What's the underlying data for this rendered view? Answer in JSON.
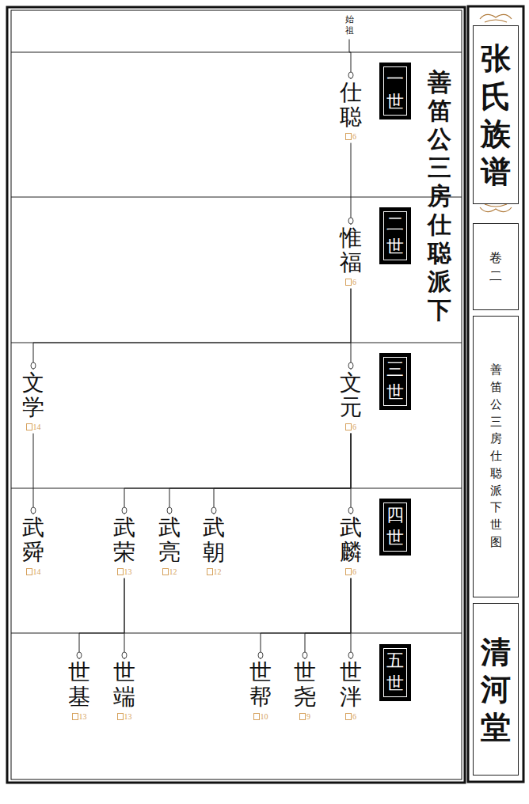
{
  "diagram": {
    "title": "善笛公三房仕聪派下",
    "nodes": [
      {
        "text": [
          "张氏族谱"
        ]
      },
      {
        "text": [
          "卷二"
        ]
      },
      {
        "text": [
          "善笛公三房仕聪派下世图"
        ]
      },
      {
        "text": [
          "清河堂"
        ]
      },
      {
        "text": [
          "始祖"
        ]
      },
      {
        "text": [
          "仕聪",
          "6"
        ]
      },
      {
        "text": [
          "惟福",
          "6"
        ]
      },
      {
        "text": [
          "文元",
          "6"
        ]
      },
      {
        "text": [
          "文学",
          "14"
        ]
      },
      {
        "text": [
          "武麟",
          "6"
        ]
      },
      {
        "text": [
          "武朝",
          "12"
        ]
      },
      {
        "text": [
          "武亮",
          "12"
        ]
      },
      {
        "text": [
          "武荣",
          "13"
        ]
      },
      {
        "text": [
          "武舜",
          "14"
        ]
      },
      {
        "text": [
          "世泮",
          "6"
        ]
      },
      {
        "text": [
          "世尧",
          "9"
        ]
      },
      {
        "text": [
          "世帮",
          "10"
        ]
      },
      {
        "text": [
          "世端",
          "13"
        ]
      },
      {
        "text": [
          "世基",
          "13"
        ]
      },
      {
        "text": [
          "一世"
        ]
      },
      {
        "text": [
          "二世"
        ]
      },
      {
        "text": [
          "三世"
        ]
      },
      {
        "text": [
          "四世"
        ]
      },
      {
        "text": [
          "五世"
        ]
      }
    ],
    "edges": [
      {
        "from": 4,
        "to": 5,
        "arrow": "none"
      },
      {
        "from": 5,
        "to": 6,
        "arrow": "none"
      },
      {
        "from": 6,
        "to": 7,
        "arrow": "none"
      },
      {
        "from": 6,
        "to": 8,
        "arrow": "none"
      },
      {
        "from": 7,
        "to": 9,
        "arrow": "none"
      },
      {
        "from": 7,
        "to": 10,
        "arrow": "none"
      },
      {
        "from": 7,
        "to": 11,
        "arrow": "none"
      },
      {
        "from": 7,
        "to": 12,
        "arrow": "none"
      },
      {
        "from": 8,
        "to": 13,
        "arrow": "none"
      },
      {
        "from": 9,
        "to": 14,
        "arrow": "none"
      },
      {
        "from": 9,
        "to": 15,
        "arrow": "none"
      },
      {
        "from": 9,
        "to": 16,
        "arrow": "none"
      },
      {
        "from": 12,
        "to": 17,
        "arrow": "none"
      },
      {
        "from": 12,
        "to": 18,
        "arrow": "none"
      }
    ],
    "labels": [
      "2"
    ]
  }
}
